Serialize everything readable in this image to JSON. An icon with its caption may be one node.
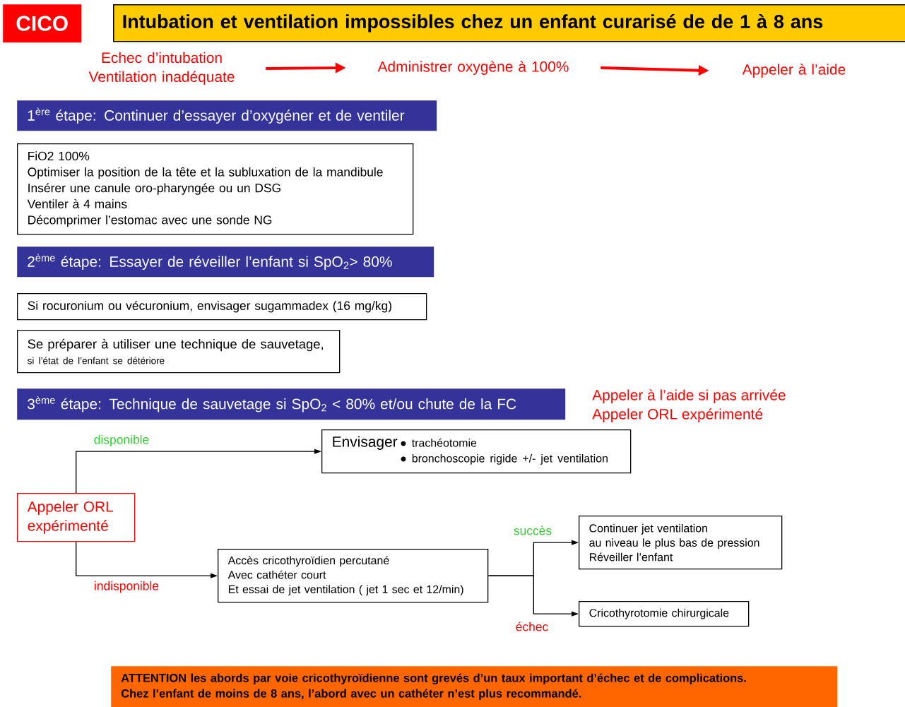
{
  "diagram": {
    "title": "Intubation et ventilation impossibles chez un enfant curarisé de de 1 à 8 ans",
    "nodes": [
      {
        "text": [
          "CICO"
        ]
      },
      {
        "text": [
          "Echec d’intubation Ventilation inadéquate"
        ]
      },
      {
        "text": [
          "Administrer oxygène à 100%"
        ]
      },
      {
        "text": [
          "Appeler à l’aide"
        ]
      },
      {
        "text": [
          "1$^{ère}$ étape: Continuer d’essayer d’oxygéner et de ventiler"
        ]
      },
      {
        "text": [
          "FiO2 100%",
          "Optimiser la position de la tête et la subluxation de la mandibule",
          "Insérer une canule oro-pharyngée ou un DSG",
          "Ventiler à 4 mains",
          "Décomprimer l’estomac avec une sonde NG"
        ]
      },
      {
        "text": [
          "2$^{ème}$ étape: Essayer de réveiller l’enfant si SpO$_{2}$> 80%"
        ]
      },
      {
        "text": [
          "Si rocuronium ou vécuronium, envisager sugammadex (16 mg/kg)"
        ]
      },
      {
        "text": [
          "Se préparer à utiliser une technique de sauvetage,",
          "si l’état de l’enfant se détériore"
        ]
      },
      {
        "text": [
          "3$^{ème}$ étape: Technique de sauvetage si SpO$_{2}$ < 80% et/ou chute de la FC"
        ]
      },
      {
        "text": [
          "Envisager",
          "● trachéotomie",
          "● bronchoscopie rigide +/- jet ventilation"
        ]
      },
      {
        "text": [
          "Appeler ORL expérimenté"
        ]
      },
      {
        "text": [
          "Accès cricothyroïdien percutané",
          "Avec cathéter court",
          "Et essai de jet ventilation ( jet 1 sec et 12/min)"
        ]
      },
      {
        "text": [
          "Continuer jet ventilation",
          "au niveau le plus bas de pression",
          "Réveiller l’enfant"
        ]
      },
      {
        "text": [
          "Cricothyrotomie chirurgicale"
        ]
      },
      {
        "text": [
          "ATTENTION les abords par voie cricothyroïdienne sont grevés d’un taux important d’échec et de complications.",
          "Chez l’enfant de moins de 8 ans, l’abord avec un cathéter n’est plus recommandé."
        ]
      }
    ],
    "edges": [
      {
        "from": 1,
        "to": 2,
        "arrow": "to",
        "style": "thick",
        "color": "#ff0000"
      },
      {
        "from": 2,
        "to": 3,
        "arrow": "to",
        "style": "thick",
        "color": "#ff0000"
      },
      {
        "from": 11,
        "to": 10,
        "arrow": "to",
        "label": "disponible"
      },
      {
        "from": 11,
        "to": 12,
        "arrow": "to",
        "label": "indisponible"
      },
      {
        "from": 12,
        "to": 13,
        "arrow": "to",
        "label": "succès"
      },
      {
        "from": 12,
        "to": 14,
        "arrow": "to",
        "label": "échec"
      }
    ],
    "labels": [
      "Appeler à l’aide si pas arrivée",
      "Appeler ORL expérimenté"
    ]
  }
}
